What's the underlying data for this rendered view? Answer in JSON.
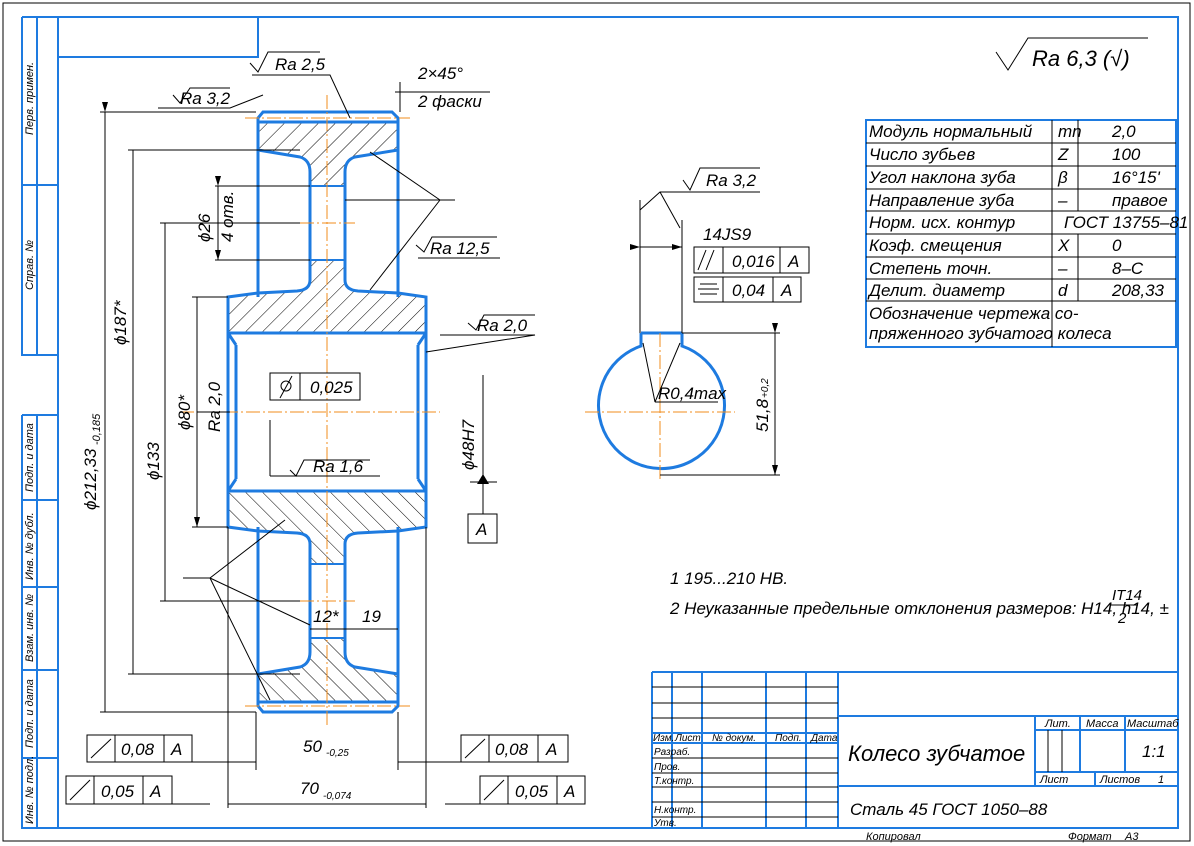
{
  "side_strip": [
    "Перв. примен.",
    "Справ. №",
    "Подп. и дата",
    "Инв. № дубл.",
    "Взам. инв. №",
    "Подп. и дата",
    "Инв. № подл."
  ],
  "roughness_general": "Ra 6,3 (√)",
  "annotations": {
    "ra_32_top": "Ra 3,2",
    "ra_25": "Ra 2,5",
    "chamfer": "2×45°",
    "chamfer_note": "2 фаски",
    "hole_dia": "ϕ26",
    "hole_count": "4 отв.",
    "ra_125": "Ra 12,5",
    "ra_20": "Ra 2,0",
    "ra_20_bore": "Ra 2,0",
    "ra_16": "Ra 1,6",
    "dia_187": "ϕ187*",
    "dia_212": "ϕ212,33",
    "dia_212_tol": "-0,185",
    "dia_133": "ϕ133",
    "dia_80": "ϕ80*",
    "dia_48": "ϕ48H7",
    "runout_value": "0,025",
    "datum": "A",
    "web_12": "12*",
    "web_19": "19",
    "width_50": "50",
    "width_50_tol": "-0,25",
    "width_70": "70",
    "width_70_tol": "-0,074",
    "tol_left_top": {
      "value": "0,08",
      "datum": "A"
    },
    "tol_left_bottom": {
      "value": "0,05",
      "datum": "A"
    },
    "tol_right_top": {
      "value": "0,08",
      "datum": "A"
    },
    "tol_right_bottom": {
      "value": "0,05",
      "datum": "A"
    }
  },
  "keyway_view": {
    "ra": "Ra 3,2",
    "width": "14JS9",
    "parallel": {
      "value": "0,016",
      "datum": "A"
    },
    "symmetry": {
      "value": "0,04",
      "datum": "A"
    },
    "radius": "R0,4max",
    "depth": "51,8",
    "depth_tol": "+0,2"
  },
  "notes": {
    "n1": "1 195...210 HB.",
    "n2": "2 Неуказанные предельные отклонения размеров: H14, h14, ±",
    "n2_num": "IT14",
    "n2_den": "2"
  },
  "params_table": [
    {
      "name": "Модуль нормальный",
      "sym": "mn",
      "val": "2,0"
    },
    {
      "name": "Число зубьев",
      "sym": "Z",
      "val": "100"
    },
    {
      "name": "Угол наклона зуба",
      "sym": "β",
      "val": "16°15'"
    },
    {
      "name": "Направление зуба",
      "sym": "–",
      "val": "правое"
    },
    {
      "name": "Норм. исх. контур",
      "sym": "",
      "val": "ГОСТ 13755–81"
    },
    {
      "name": "Коэф. смещения",
      "sym": "X",
      "val": "0"
    },
    {
      "name": "Степень точн.",
      "sym": "–",
      "val": "8–C"
    },
    {
      "name": "Делит. диаметр",
      "sym": "d",
      "val": "208,33"
    },
    {
      "name": "Обозначение чертежа со-",
      "name2": "пряженного зубчатого колеса",
      "sym": "",
      "val": ""
    }
  ],
  "title_block": {
    "col_headers": [
      "Изм.",
      "Лист",
      "№ докум.",
      "Подп.",
      "Дата"
    ],
    "roles": [
      "Разраб.",
      "Пров.",
      "Т.контр.",
      "Н.контр.",
      "Утв."
    ],
    "title": "Колесо зубчатое",
    "material": "Сталь 45 ГОСТ 1050–88",
    "lit_label": "Лит.",
    "mass_label": "Масса",
    "scale_label": "Масштаб",
    "scale": "1:1",
    "sheet_label": "Лист",
    "sheets_label": "Листов",
    "sheets": "1",
    "copied": "Копировал",
    "format_label": "Формат",
    "format": "A3"
  }
}
